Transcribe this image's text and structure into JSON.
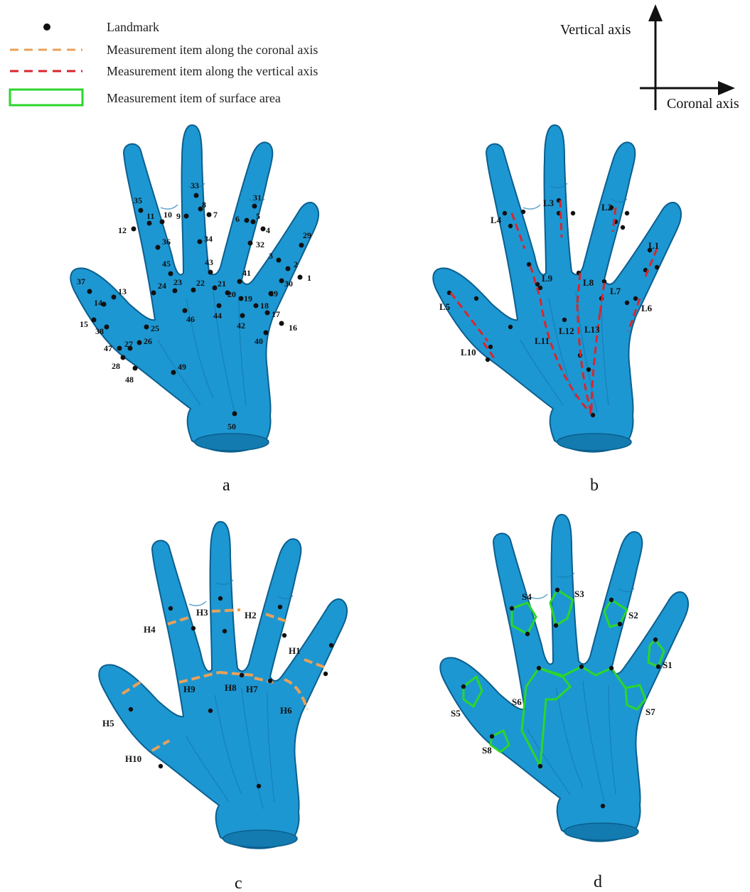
{
  "legend": [
    {
      "label": "Landmark",
      "kind": "dot"
    },
    {
      "label": "Measurement item along the coronal axis",
      "kind": "orange-dash"
    },
    {
      "label": "Measurement item along the vertical axis",
      "kind": "red-dash"
    },
    {
      "label": "Measurement item of surface area",
      "kind": "green-box"
    }
  ],
  "axes": {
    "vertical": "Vertical axis",
    "coronal": "Coronal axis"
  },
  "colors": {
    "hand": "#1d97d2",
    "hand_edge": "#0b5f8e",
    "landmark": "#111111",
    "coronal": "#e9a15a",
    "vertical": "#d9262c",
    "surface": "#2bd62b"
  },
  "panels": [
    {
      "id": "a",
      "caption": "a",
      "landmarks": [
        "1",
        "2",
        "3",
        "4",
        "5",
        "6",
        "7",
        "8",
        "9",
        "10",
        "11",
        "12",
        "13",
        "14",
        "15",
        "16",
        "17",
        "18",
        "19",
        "20",
        "21",
        "22",
        "23",
        "24",
        "25",
        "26",
        "27",
        "28",
        "29",
        "30",
        "31",
        "32",
        "33",
        "34",
        "35",
        "36",
        "37",
        "38",
        "39",
        "40",
        "41",
        "42",
        "43",
        "44",
        "45",
        "46",
        "47",
        "48",
        "49",
        "50"
      ]
    },
    {
      "id": "b",
      "caption": "b",
      "items": [
        "L1",
        "L2",
        "L3",
        "L4",
        "L5",
        "L6",
        "L7",
        "L8",
        "L9",
        "L10",
        "L11",
        "L12",
        "L13"
      ]
    },
    {
      "id": "c",
      "caption": "c",
      "items": [
        "H1",
        "H2",
        "H3",
        "H4",
        "H5",
        "H6",
        "H7",
        "H8",
        "H9",
        "H10"
      ]
    },
    {
      "id": "d",
      "caption": "d",
      "items": [
        "S1",
        "S2",
        "S3",
        "S4",
        "S5",
        "S6",
        "S7",
        "S8"
      ]
    }
  ]
}
